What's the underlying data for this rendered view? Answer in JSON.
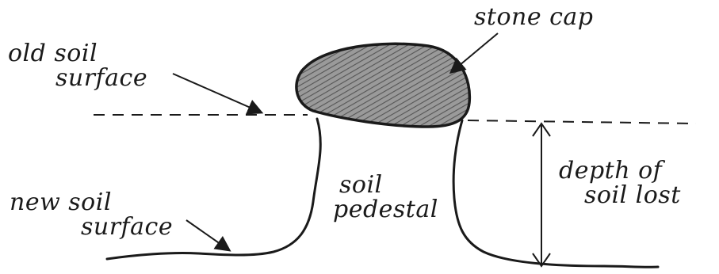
{
  "labels": {
    "stone_cap": "stone cap",
    "old_soil_surface_line1": "old soil",
    "old_soil_surface_line2": "surface",
    "soil_pedestal_line1": "soil",
    "soil_pedestal_line2": "pedestal",
    "depth_line1": "depth of",
    "depth_line2": "soil lost",
    "new_soil_surface_line1": "new soil",
    "new_soil_surface_line2": "surface"
  },
  "colors": {
    "ink": "#1a1a1a",
    "stone_fill": "#8a8a8a",
    "background": "#ffffff"
  }
}
